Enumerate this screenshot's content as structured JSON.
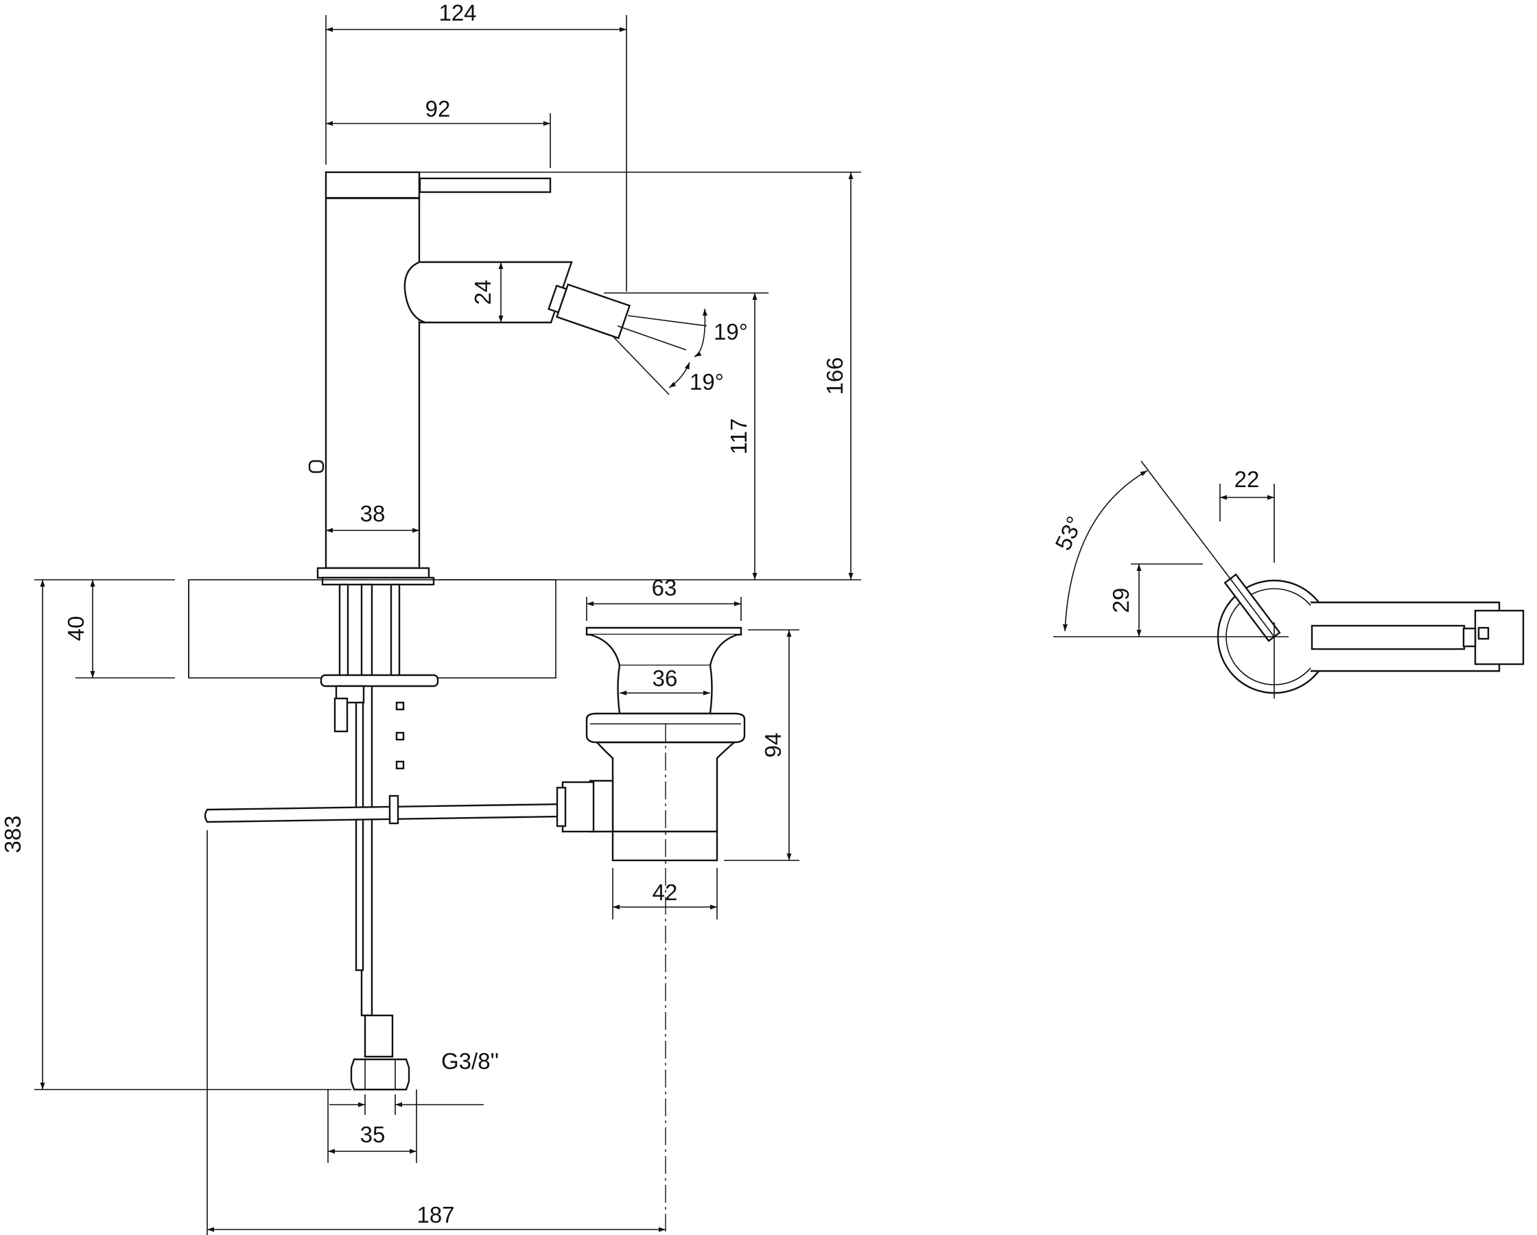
{
  "dimensions": {
    "total_projection": "124",
    "handle_reach": "92",
    "spout_height": "24",
    "spray_angle_up": "19°",
    "spray_angle_down": "19°",
    "nozzle_height": "117",
    "overall_height": "166",
    "body_diameter": "38",
    "deck_thickness": "40",
    "total_depth": "383",
    "drain_flange": "63",
    "drain_neck": "36",
    "drain_height": "94",
    "drain_body": "42",
    "connection_spacing": "35",
    "tap_to_drain": "187",
    "handle_offset": "22",
    "handle_height": "29",
    "handle_rotation": "53°"
  },
  "labels": {
    "thread": "G3/8''"
  }
}
